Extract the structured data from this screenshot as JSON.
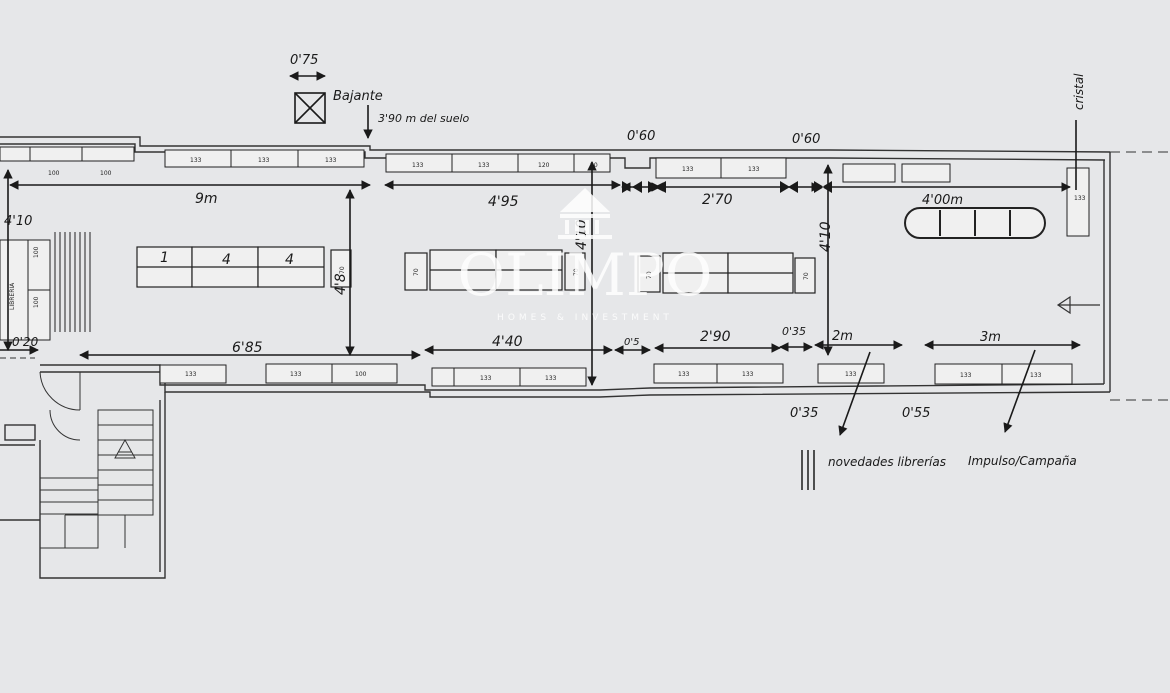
{
  "colors": {
    "paper": "#e6e7e9",
    "ink": "#1a1a1a",
    "watermark": "#ffffff"
  },
  "watermark": {
    "brand": "OLIMPO",
    "tagline": "HOMES & INVESTMENT"
  },
  "annotations": {
    "top_width": "0'75",
    "bajante": "Bajante",
    "height_note": "3'90 m del suelo",
    "gap_left": "0'60",
    "gap_right": "0'60",
    "side_note": "cristal",
    "bottom_gap_1": "0'35",
    "bottom_gap_2": "0'55",
    "label_novedades": "novedades librerías",
    "label_impulso": "Impulso/Campaña",
    "left_height": "4'10",
    "left_gap": "0'20"
  },
  "dimensions": {
    "top_1": "9m",
    "top_2": "4'95",
    "top_3": "2'70",
    "top_4": "4'00m",
    "vertical_1": "4'8",
    "vertical_2": "4'10",
    "vertical_3": "4'10",
    "bottom_1": "6'85",
    "bottom_2": "4'40",
    "bottom_3": "0'5",
    "bottom_4": "2'90",
    "bottom_5": "0'35",
    "bottom_6": "2m",
    "bottom_7": "3m"
  },
  "shelves": {
    "s133": "133",
    "s120": "120",
    "s100": "100",
    "s70": "70",
    "s80": "80",
    "libreria": "LIBRERIA",
    "island_1": "1",
    "island_2": "4",
    "island_3": "4"
  }
}
